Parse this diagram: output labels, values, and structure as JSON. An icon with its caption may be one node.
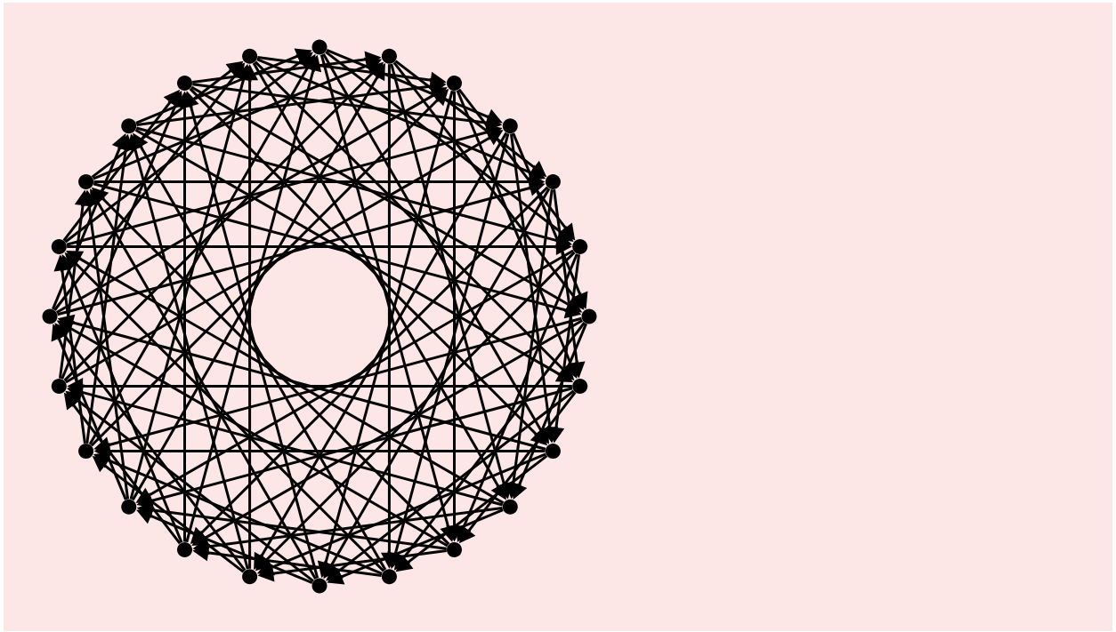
{
  "diagram": {
    "nodes": [
      {
        "text": [],
        "shape": "circle"
      },
      {
        "text": [],
        "shape": "circle"
      },
      {
        "text": [],
        "shape": "circle"
      },
      {
        "text": [],
        "shape": "circle"
      },
      {
        "text": [],
        "shape": "circle"
      },
      {
        "text": [],
        "shape": "circle"
      },
      {
        "text": [],
        "shape": "circle"
      },
      {
        "text": [],
        "shape": "circle"
      },
      {
        "text": [],
        "shape": "circle"
      },
      {
        "text": [],
        "shape": "circle"
      },
      {
        "text": [],
        "shape": "circle"
      },
      {
        "text": [],
        "shape": "circle"
      },
      {
        "text": [],
        "shape": "circle"
      },
      {
        "text": [],
        "shape": "circle"
      },
      {
        "text": [],
        "shape": "circle"
      },
      {
        "text": [],
        "shape": "circle"
      },
      {
        "text": [],
        "shape": "circle"
      },
      {
        "text": [],
        "shape": "circle"
      },
      {
        "text": [],
        "shape": "circle"
      },
      {
        "text": [],
        "shape": "circle"
      },
      {
        "text": [],
        "shape": "circle"
      },
      {
        "text": [],
        "shape": "circle"
      },
      {
        "text": [],
        "shape": "circle"
      },
      {
        "text": [],
        "shape": "circle"
      }
    ],
    "edges": [
      {
        "from": 0,
        "to": 3,
        "arrow": "to"
      },
      {
        "from": 0,
        "to": 5,
        "arrow": "to"
      },
      {
        "from": 0,
        "to": 8,
        "arrow": "to"
      },
      {
        "from": 0,
        "to": 10,
        "arrow": "to"
      },
      {
        "from": 1,
        "to": 4,
        "arrow": "to"
      },
      {
        "from": 1,
        "to": 6,
        "arrow": "to"
      },
      {
        "from": 1,
        "to": 9,
        "arrow": "to"
      },
      {
        "from": 1,
        "to": 11,
        "arrow": "to"
      },
      {
        "from": 2,
        "to": 5,
        "arrow": "to"
      },
      {
        "from": 2,
        "to": 7,
        "arrow": "to"
      },
      {
        "from": 2,
        "to": 10,
        "arrow": "to"
      },
      {
        "from": 2,
        "to": 12,
        "arrow": "to"
      },
      {
        "from": 3,
        "to": 6,
        "arrow": "to"
      },
      {
        "from": 3,
        "to": 8,
        "arrow": "to"
      },
      {
        "from": 3,
        "to": 11,
        "arrow": "to"
      },
      {
        "from": 3,
        "to": 13,
        "arrow": "to"
      },
      {
        "from": 4,
        "to": 7,
        "arrow": "to"
      },
      {
        "from": 4,
        "to": 9,
        "arrow": "to"
      },
      {
        "from": 4,
        "to": 12,
        "arrow": "to"
      },
      {
        "from": 4,
        "to": 14,
        "arrow": "to"
      },
      {
        "from": 5,
        "to": 8,
        "arrow": "to"
      },
      {
        "from": 5,
        "to": 10,
        "arrow": "to"
      },
      {
        "from": 5,
        "to": 13,
        "arrow": "to"
      },
      {
        "from": 5,
        "to": 15,
        "arrow": "to"
      },
      {
        "from": 6,
        "to": 9,
        "arrow": "to"
      },
      {
        "from": 6,
        "to": 11,
        "arrow": "to"
      },
      {
        "from": 6,
        "to": 14,
        "arrow": "to"
      },
      {
        "from": 6,
        "to": 16,
        "arrow": "to"
      },
      {
        "from": 7,
        "to": 10,
        "arrow": "to"
      },
      {
        "from": 7,
        "to": 12,
        "arrow": "to"
      },
      {
        "from": 7,
        "to": 15,
        "arrow": "to"
      },
      {
        "from": 7,
        "to": 17,
        "arrow": "to"
      },
      {
        "from": 8,
        "to": 11,
        "arrow": "to"
      },
      {
        "from": 8,
        "to": 13,
        "arrow": "to"
      },
      {
        "from": 8,
        "to": 16,
        "arrow": "to"
      },
      {
        "from": 8,
        "to": 18,
        "arrow": "to"
      },
      {
        "from": 9,
        "to": 12,
        "arrow": "to"
      },
      {
        "from": 9,
        "to": 14,
        "arrow": "to"
      },
      {
        "from": 9,
        "to": 17,
        "arrow": "to"
      },
      {
        "from": 9,
        "to": 19,
        "arrow": "to"
      },
      {
        "from": 10,
        "to": 13,
        "arrow": "to"
      },
      {
        "from": 10,
        "to": 15,
        "arrow": "to"
      },
      {
        "from": 10,
        "to": 18,
        "arrow": "to"
      },
      {
        "from": 10,
        "to": 20,
        "arrow": "to"
      },
      {
        "from": 11,
        "to": 14,
        "arrow": "to"
      },
      {
        "from": 11,
        "to": 16,
        "arrow": "to"
      },
      {
        "from": 11,
        "to": 19,
        "arrow": "to"
      },
      {
        "from": 11,
        "to": 21,
        "arrow": "to"
      },
      {
        "from": 12,
        "to": 15,
        "arrow": "to"
      },
      {
        "from": 12,
        "to": 17,
        "arrow": "to"
      },
      {
        "from": 12,
        "to": 20,
        "arrow": "to"
      },
      {
        "from": 12,
        "to": 22,
        "arrow": "to"
      },
      {
        "from": 13,
        "to": 16,
        "arrow": "to"
      },
      {
        "from": 13,
        "to": 18,
        "arrow": "to"
      },
      {
        "from": 13,
        "to": 21,
        "arrow": "to"
      },
      {
        "from": 13,
        "to": 23,
        "arrow": "to"
      },
      {
        "from": 14,
        "to": 17,
        "arrow": "to"
      },
      {
        "from": 14,
        "to": 19,
        "arrow": "to"
      },
      {
        "from": 14,
        "to": 22,
        "arrow": "to"
      },
      {
        "from": 14,
        "to": 0,
        "arrow": "to"
      },
      {
        "from": 15,
        "to": 18,
        "arrow": "to"
      },
      {
        "from": 15,
        "to": 20,
        "arrow": "to"
      },
      {
        "from": 15,
        "to": 23,
        "arrow": "to"
      },
      {
        "from": 15,
        "to": 1,
        "arrow": "to"
      },
      {
        "from": 16,
        "to": 19,
        "arrow": "to"
      },
      {
        "from": 16,
        "to": 21,
        "arrow": "to"
      },
      {
        "from": 16,
        "to": 0,
        "arrow": "to"
      },
      {
        "from": 16,
        "to": 2,
        "arrow": "to"
      },
      {
        "from": 17,
        "to": 20,
        "arrow": "to"
      },
      {
        "from": 17,
        "to": 22,
        "arrow": "to"
      },
      {
        "from": 17,
        "to": 1,
        "arrow": "to"
      },
      {
        "from": 17,
        "to": 3,
        "arrow": "to"
      },
      {
        "from": 18,
        "to": 21,
        "arrow": "to"
      },
      {
        "from": 18,
        "to": 23,
        "arrow": "to"
      },
      {
        "from": 18,
        "to": 2,
        "arrow": "to"
      },
      {
        "from": 18,
        "to": 4,
        "arrow": "to"
      },
      {
        "from": 19,
        "to": 22,
        "arrow": "to"
      },
      {
        "from": 19,
        "to": 0,
        "arrow": "to"
      },
      {
        "from": 19,
        "to": 3,
        "arrow": "to"
      },
      {
        "from": 19,
        "to": 5,
        "arrow": "to"
      },
      {
        "from": 20,
        "to": 23,
        "arrow": "to"
      },
      {
        "from": 20,
        "to": 1,
        "arrow": "to"
      },
      {
        "from": 20,
        "to": 4,
        "arrow": "to"
      },
      {
        "from": 20,
        "to": 6,
        "arrow": "to"
      },
      {
        "from": 21,
        "to": 0,
        "arrow": "to"
      },
      {
        "from": 21,
        "to": 2,
        "arrow": "to"
      },
      {
        "from": 21,
        "to": 5,
        "arrow": "to"
      },
      {
        "from": 21,
        "to": 7,
        "arrow": "to"
      },
      {
        "from": 22,
        "to": 1,
        "arrow": "to"
      },
      {
        "from": 22,
        "to": 3,
        "arrow": "to"
      },
      {
        "from": 22,
        "to": 6,
        "arrow": "to"
      },
      {
        "from": 22,
        "to": 8,
        "arrow": "to"
      },
      {
        "from": 23,
        "to": 2,
        "arrow": "to"
      },
      {
        "from": 23,
        "to": 4,
        "arrow": "to"
      },
      {
        "from": 23,
        "to": 7,
        "arrow": "to"
      },
      {
        "from": 23,
        "to": 9,
        "arrow": "to"
      }
    ]
  }
}
